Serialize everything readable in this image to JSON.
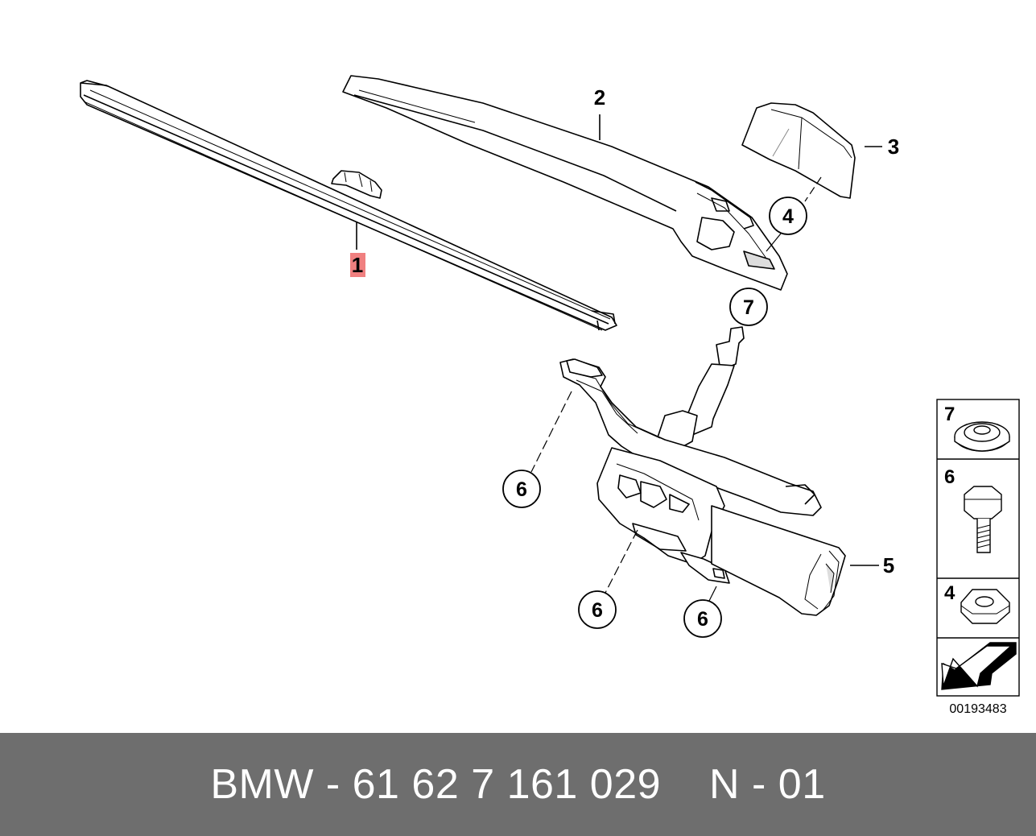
{
  "callouts": {
    "blade": "1",
    "arm": "2",
    "cap": "3",
    "nut_on_arm": "4",
    "motor": "5",
    "bolt_left": "6",
    "bolt_bottom": "6",
    "bolt_right": "6",
    "seal_nut": "7"
  },
  "legend": [
    {
      "number": "7",
      "icon": "flange-nut-icon"
    },
    {
      "number": "6",
      "icon": "hex-bolt-icon"
    },
    {
      "number": "4",
      "icon": "hex-nut-icon"
    },
    {
      "number": "",
      "icon": "direction-arrow-icon"
    }
  ],
  "diagram_ref": "00193483",
  "footer": {
    "part_text": "BMW - 61 62 7 161 029",
    "variant_text": "N - 01"
  },
  "colors": {
    "highlight": "#f08080",
    "footer_bg": "#6e6e6e",
    "footer_text": "#ffffff"
  }
}
